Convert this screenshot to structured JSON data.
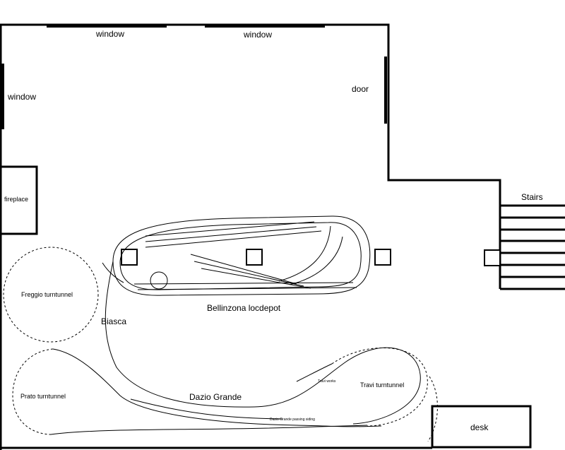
{
  "labels": {
    "window_top_left": "window",
    "window_top_right": "window",
    "window_left": "window",
    "door": "door",
    "fireplace": "fireplace",
    "stairs": "Stairs",
    "desk": "desk",
    "freggio": "Freggio turntunnel",
    "prato": "Prato turntunnel",
    "travi": "Travi turntunnel",
    "biasca": "Biasca",
    "bellinzona": "Bellinzona locdepot",
    "dazio_grande": "Dazio Grande",
    "travi_small": "Travi works",
    "dazio_passing": "Dazio Grande passing siding"
  }
}
